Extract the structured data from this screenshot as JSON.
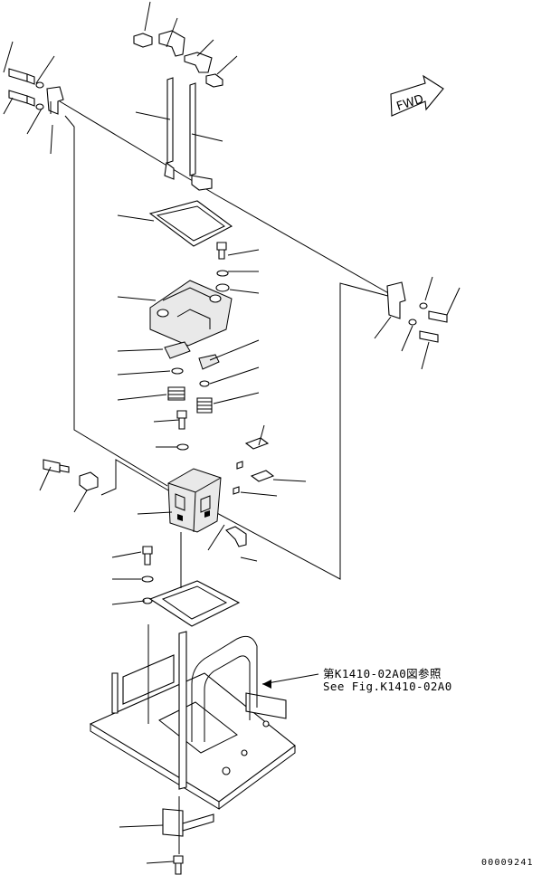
{
  "fwd_indicator": "FWD",
  "figure_reference": {
    "japanese": "第K1410-02A0図参照",
    "english": "See Fig.K1410-02A0"
  },
  "drawing_number": "00009241"
}
